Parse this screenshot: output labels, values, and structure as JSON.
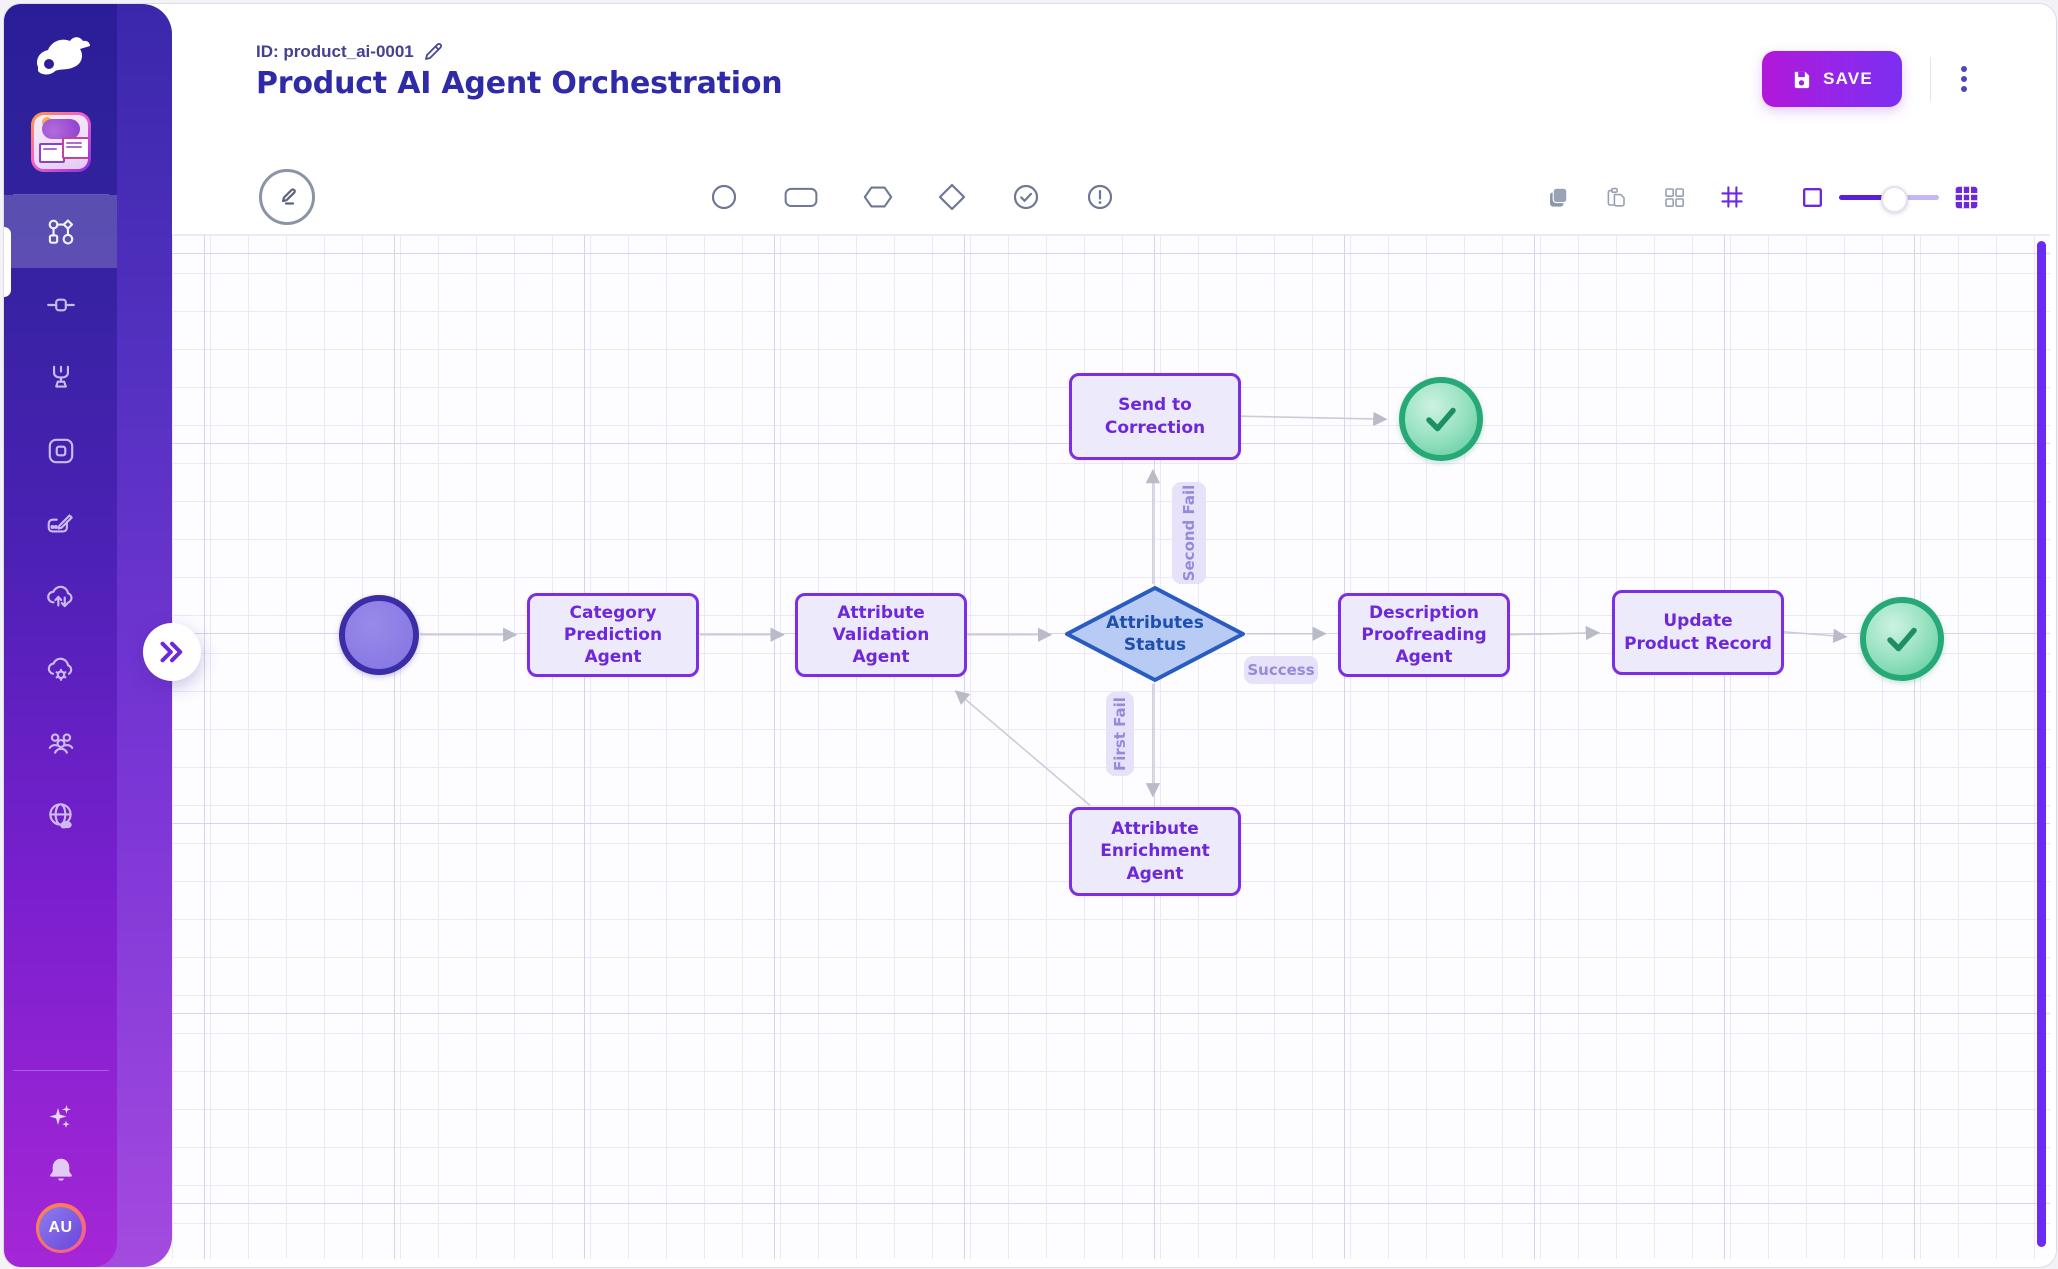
{
  "header": {
    "doc_id": "ID: product_ai-0001",
    "title": "Product AI Agent Orchestration",
    "save_label": "SAVE"
  },
  "sidebar": {
    "nav_items": [
      {
        "name": "workflow",
        "active": true
      },
      {
        "name": "connector",
        "active": false
      },
      {
        "name": "integrations",
        "active": false
      },
      {
        "name": "app-window",
        "active": false
      },
      {
        "name": "edit-card",
        "active": false
      },
      {
        "name": "cloud-sync",
        "active": false
      },
      {
        "name": "cloud-settings",
        "active": false
      },
      {
        "name": "team",
        "active": false
      },
      {
        "name": "globe",
        "active": false
      }
    ],
    "footer": {
      "avatar_initials": "AU"
    }
  },
  "shape_toolbar": [
    "circle",
    "rectangle",
    "hexagon",
    "diamond",
    "check-circle",
    "alert-circle"
  ],
  "right_toolbar": [
    "layers",
    "paste",
    "grid-2x2",
    "frame-grid",
    "square-small",
    "zoom-slider",
    "grid-3x3"
  ],
  "canvas": {
    "nodes": [
      {
        "id": "start",
        "type": "start-circle",
        "label": ""
      },
      {
        "id": "category",
        "type": "agent",
        "label": "Category\nPrediction\nAgent"
      },
      {
        "id": "validation",
        "type": "agent",
        "label": "Attribute\nValidation\nAgent"
      },
      {
        "id": "status",
        "type": "decision",
        "label": "Attributes\nStatus"
      },
      {
        "id": "send_correction",
        "type": "agent",
        "label": "Send to\nCorrection"
      },
      {
        "id": "success_top",
        "type": "success-circle",
        "label": ""
      },
      {
        "id": "description",
        "type": "agent",
        "label": "Description\nProofreading\nAgent"
      },
      {
        "id": "update",
        "type": "agent",
        "label": "Update\nProduct Record"
      },
      {
        "id": "success_end",
        "type": "success-circle",
        "label": ""
      },
      {
        "id": "enrichment",
        "type": "agent",
        "label": "Attribute\nEnrichment\nAgent"
      }
    ],
    "edge_labels": {
      "success": "Success",
      "second_fail": "Second Fail",
      "first_fail": "First Fail"
    }
  },
  "colors": {
    "accent_purple": "#7c2fe0",
    "node_fill": "#edeafb",
    "decision_fill": "#b7cbf4",
    "decision_border": "#2a5cc0",
    "success_green": "#27a877",
    "save_gradient_start": "#b317d9",
    "save_gradient_end": "#7a2ff2",
    "sidebar_top": "#2b1d97",
    "sidebar_bottom": "#a526d6"
  }
}
